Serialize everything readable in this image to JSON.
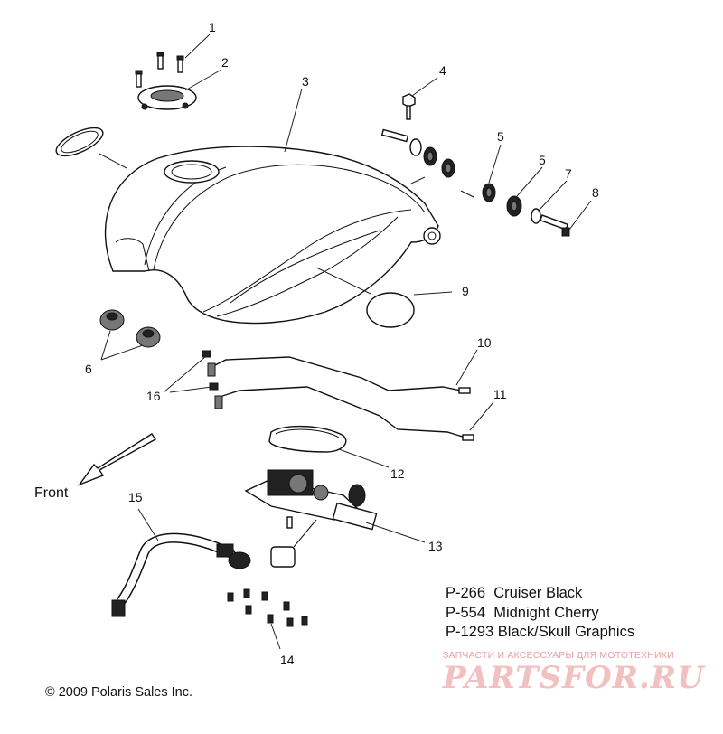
{
  "callouts": [
    "1",
    "2",
    "3",
    "4",
    "5",
    "5",
    "6",
    "7",
    "8",
    "9",
    "10",
    "11",
    "12",
    "13",
    "14",
    "15",
    "16"
  ],
  "front_label": "Front",
  "legend": [
    "P-266  Cruiser Black",
    "P-554  Midnight Cherry",
    "P-1293 Black/Skull Graphics"
  ],
  "copyright": "© 2009 Polaris Sales Inc.",
  "watermark": {
    "tagline": "ЗАПЧАСТИ И АКСЕССУАРЫ ДЛЯ МОТОТЕХНИКИ",
    "brand": "PARTSFOR.RU"
  }
}
